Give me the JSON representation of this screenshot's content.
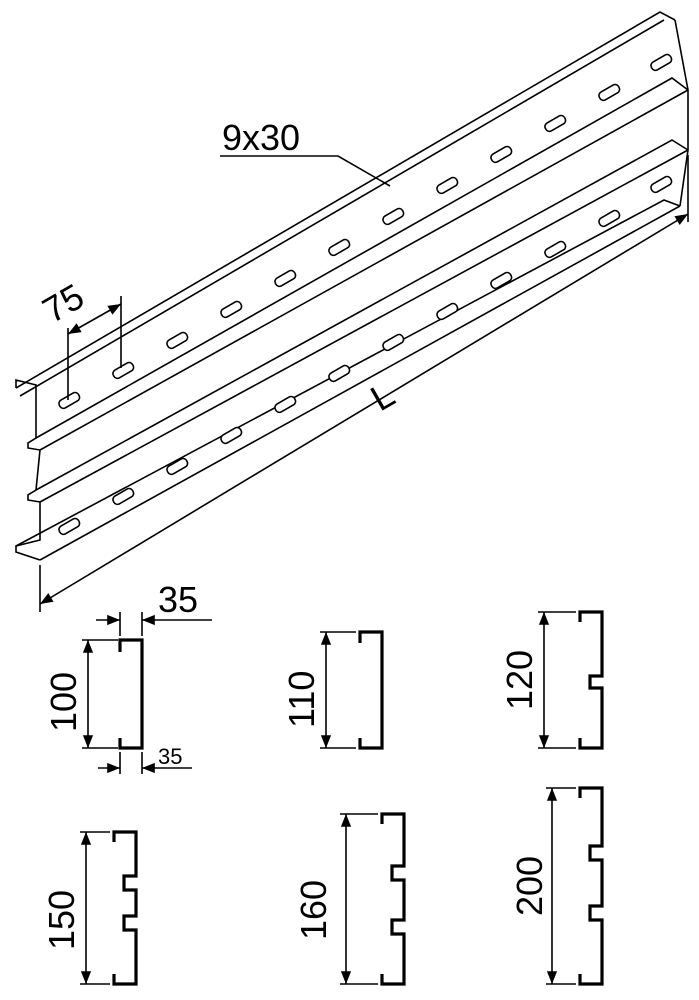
{
  "perspective": {
    "slot_label": "9x30",
    "pitch_label": "75",
    "length_label": "L",
    "width_label": "35"
  },
  "profiles": [
    {
      "height_label": "100",
      "width_label": "35"
    },
    {
      "height_label": "110"
    },
    {
      "height_label": "120"
    },
    {
      "height_label": "150"
    },
    {
      "height_label": "160"
    },
    {
      "height_label": "200"
    }
  ]
}
